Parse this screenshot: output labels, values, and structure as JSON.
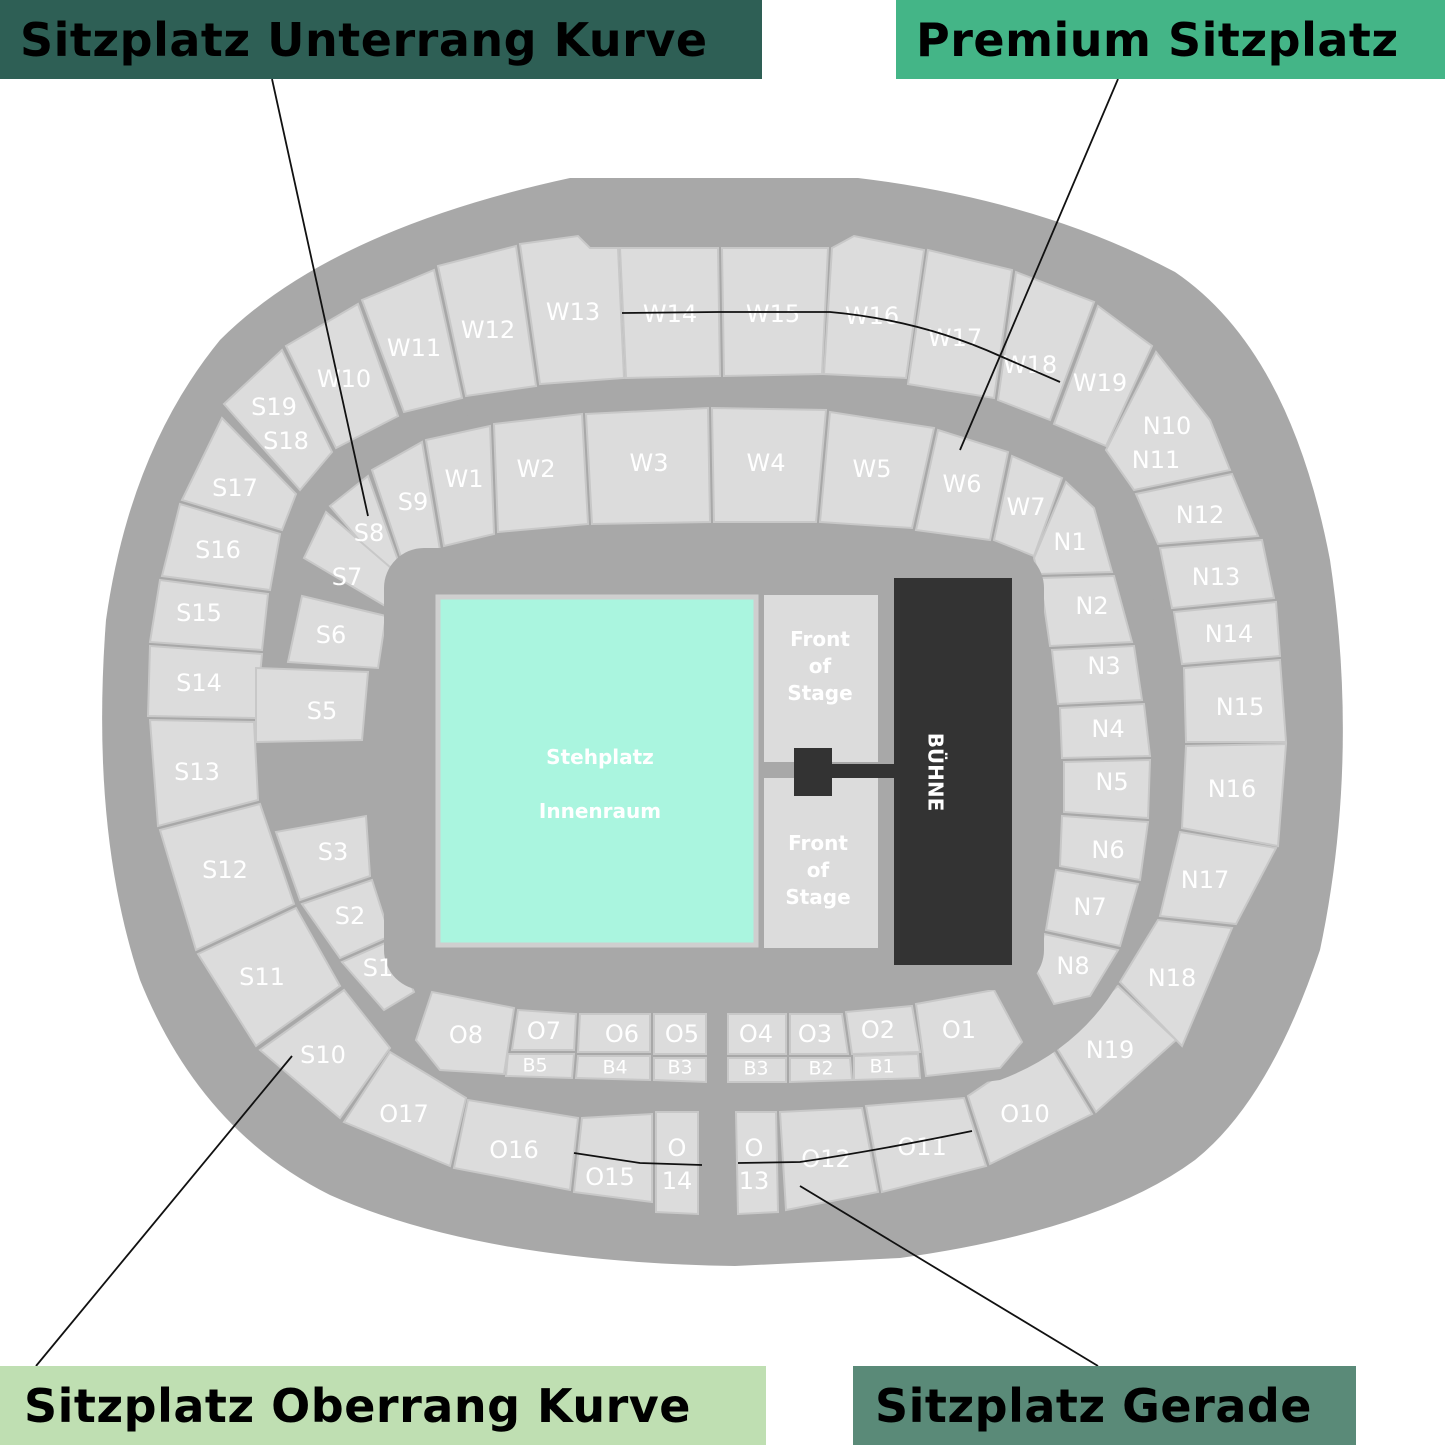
{
  "colors": {
    "outer_ring": "#a8a8a8",
    "section": "#dcdcdc",
    "section_text": "#ffffff",
    "floor": "#aaf5df",
    "stage": "#333333",
    "front_of_stage": "#dcdcdc",
    "legend_unterrang_kurve": "#2e5f55",
    "legend_premium": "#44b587",
    "legend_oberrang_kurve": "#bfdfb2",
    "legend_gerade": "#5a8a78"
  },
  "legend": {
    "unterrang_kurve": "Sitzplatz Unterrang Kurve",
    "premium": "Premium Sitzplatz",
    "oberrang_kurve": "Sitzplatz Oberrang Kurve",
    "gerade": "Sitzplatz Gerade"
  },
  "floor": {
    "line1": "Stehplatz",
    "line2": "Innenraum"
  },
  "stage": {
    "label": "BÜHNE",
    "front_of_stage": [
      "Front",
      "of",
      "Stage"
    ]
  },
  "sections": {
    "west_upper": [
      "W10",
      "W11",
      "W12",
      "W13",
      "W14",
      "W15",
      "W16",
      "W17",
      "W18",
      "W19"
    ],
    "west_lower": [
      "W1",
      "W2",
      "W3",
      "W4",
      "W5",
      "W6",
      "W7"
    ],
    "south_upper": [
      "S19",
      "S18",
      "S17",
      "S16",
      "S15",
      "S14",
      "S13",
      "S12",
      "S11",
      "S10"
    ],
    "south_lower": [
      "S9",
      "S8",
      "S7",
      "S6",
      "S5",
      "S3",
      "S2",
      "S1"
    ],
    "north_upper": [
      "N10",
      "N11",
      "N12",
      "N13",
      "N14",
      "N15",
      "N16",
      "N17",
      "N18",
      "N19"
    ],
    "north_lower": [
      "N1",
      "N2",
      "N3",
      "N4",
      "N5",
      "N6",
      "N7",
      "N8"
    ],
    "ost_lower": [
      "O8",
      "O7",
      "O6",
      "O5",
      "O4",
      "O3",
      "O2",
      "O1"
    ],
    "boxes": [
      "B5",
      "B4",
      "B3",
      "B3",
      "B2",
      "B1"
    ],
    "ost_upper": [
      "O17",
      "O16",
      "O15",
      "O",
      "14",
      "O",
      "13",
      "O12",
      "O11",
      "O10"
    ]
  }
}
